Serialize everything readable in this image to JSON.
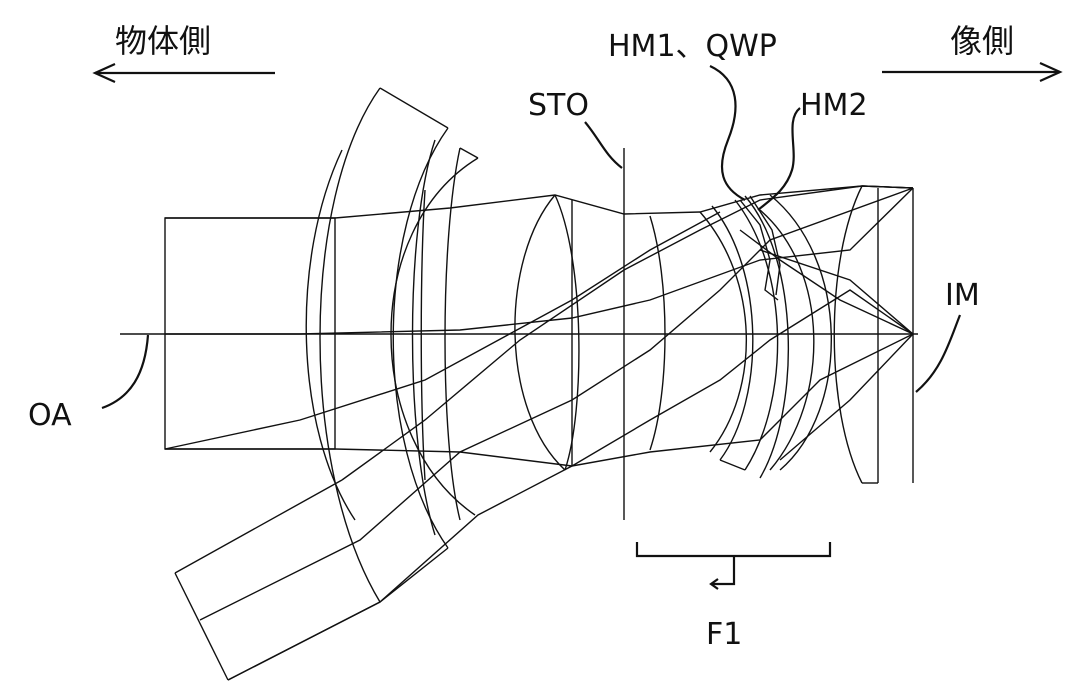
{
  "labels": {
    "object_side": "物体側",
    "image_side": "像側",
    "hm1_qwp": "HM1、QWP",
    "hm2": "HM2",
    "sto": "STO",
    "im": "IM",
    "oa": "OA",
    "f1": "F1"
  },
  "colors": {
    "line": "#111111",
    "background": "#ffffff"
  }
}
